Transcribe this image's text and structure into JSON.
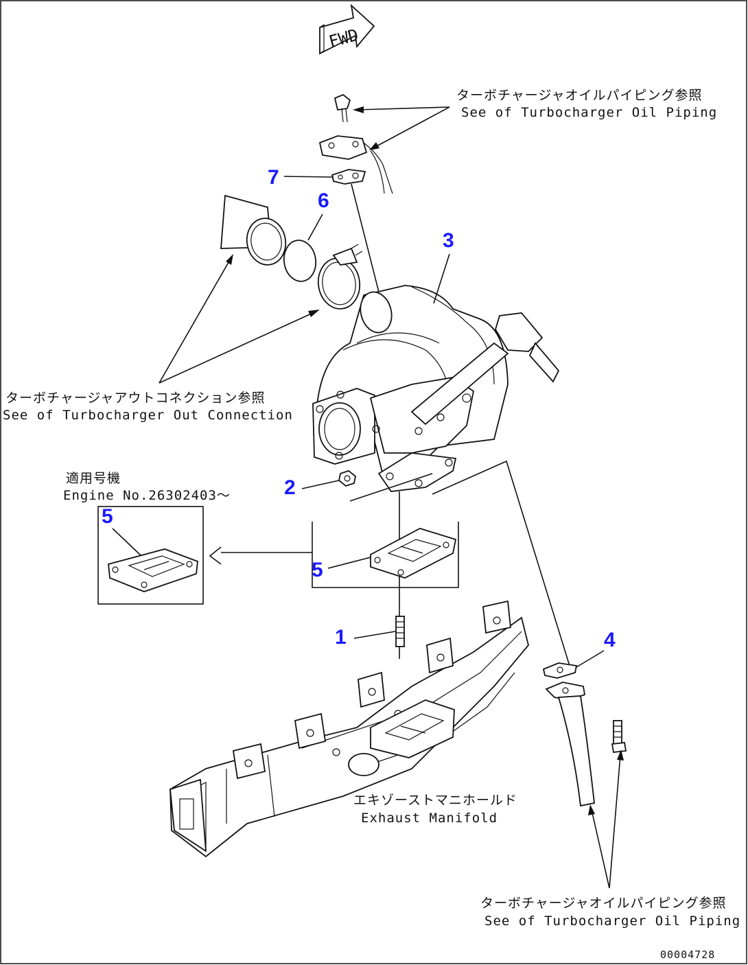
{
  "fwd_label": "FWD",
  "callouts": {
    "c1": "1",
    "c2": "2",
    "c3": "3",
    "c4": "4",
    "c5_main": "5",
    "c5_inset": "5",
    "c6": "6",
    "c7": "7"
  },
  "notes": {
    "oil_piping_top_jp": "ターボチャージャオイルパイピング参照",
    "oil_piping_top_en": "See of Turbocharger Oil Piping",
    "out_connection_jp": "ターボチャージャアウトコネクション参照",
    "out_connection_en": "See of Turbocharger Out Connection",
    "applicable_jp": "適用号機",
    "applicable_en": "Engine No.26302403～",
    "exhaust_manifold_jp": "エキゾーストマニホールド",
    "exhaust_manifold_en": "Exhaust Manifold",
    "oil_piping_bottom_jp": "ターボチャージャオイルパイピング参照",
    "oil_piping_bottom_en": "See of Turbocharger Oil Piping"
  },
  "drawing_number": "00004728"
}
